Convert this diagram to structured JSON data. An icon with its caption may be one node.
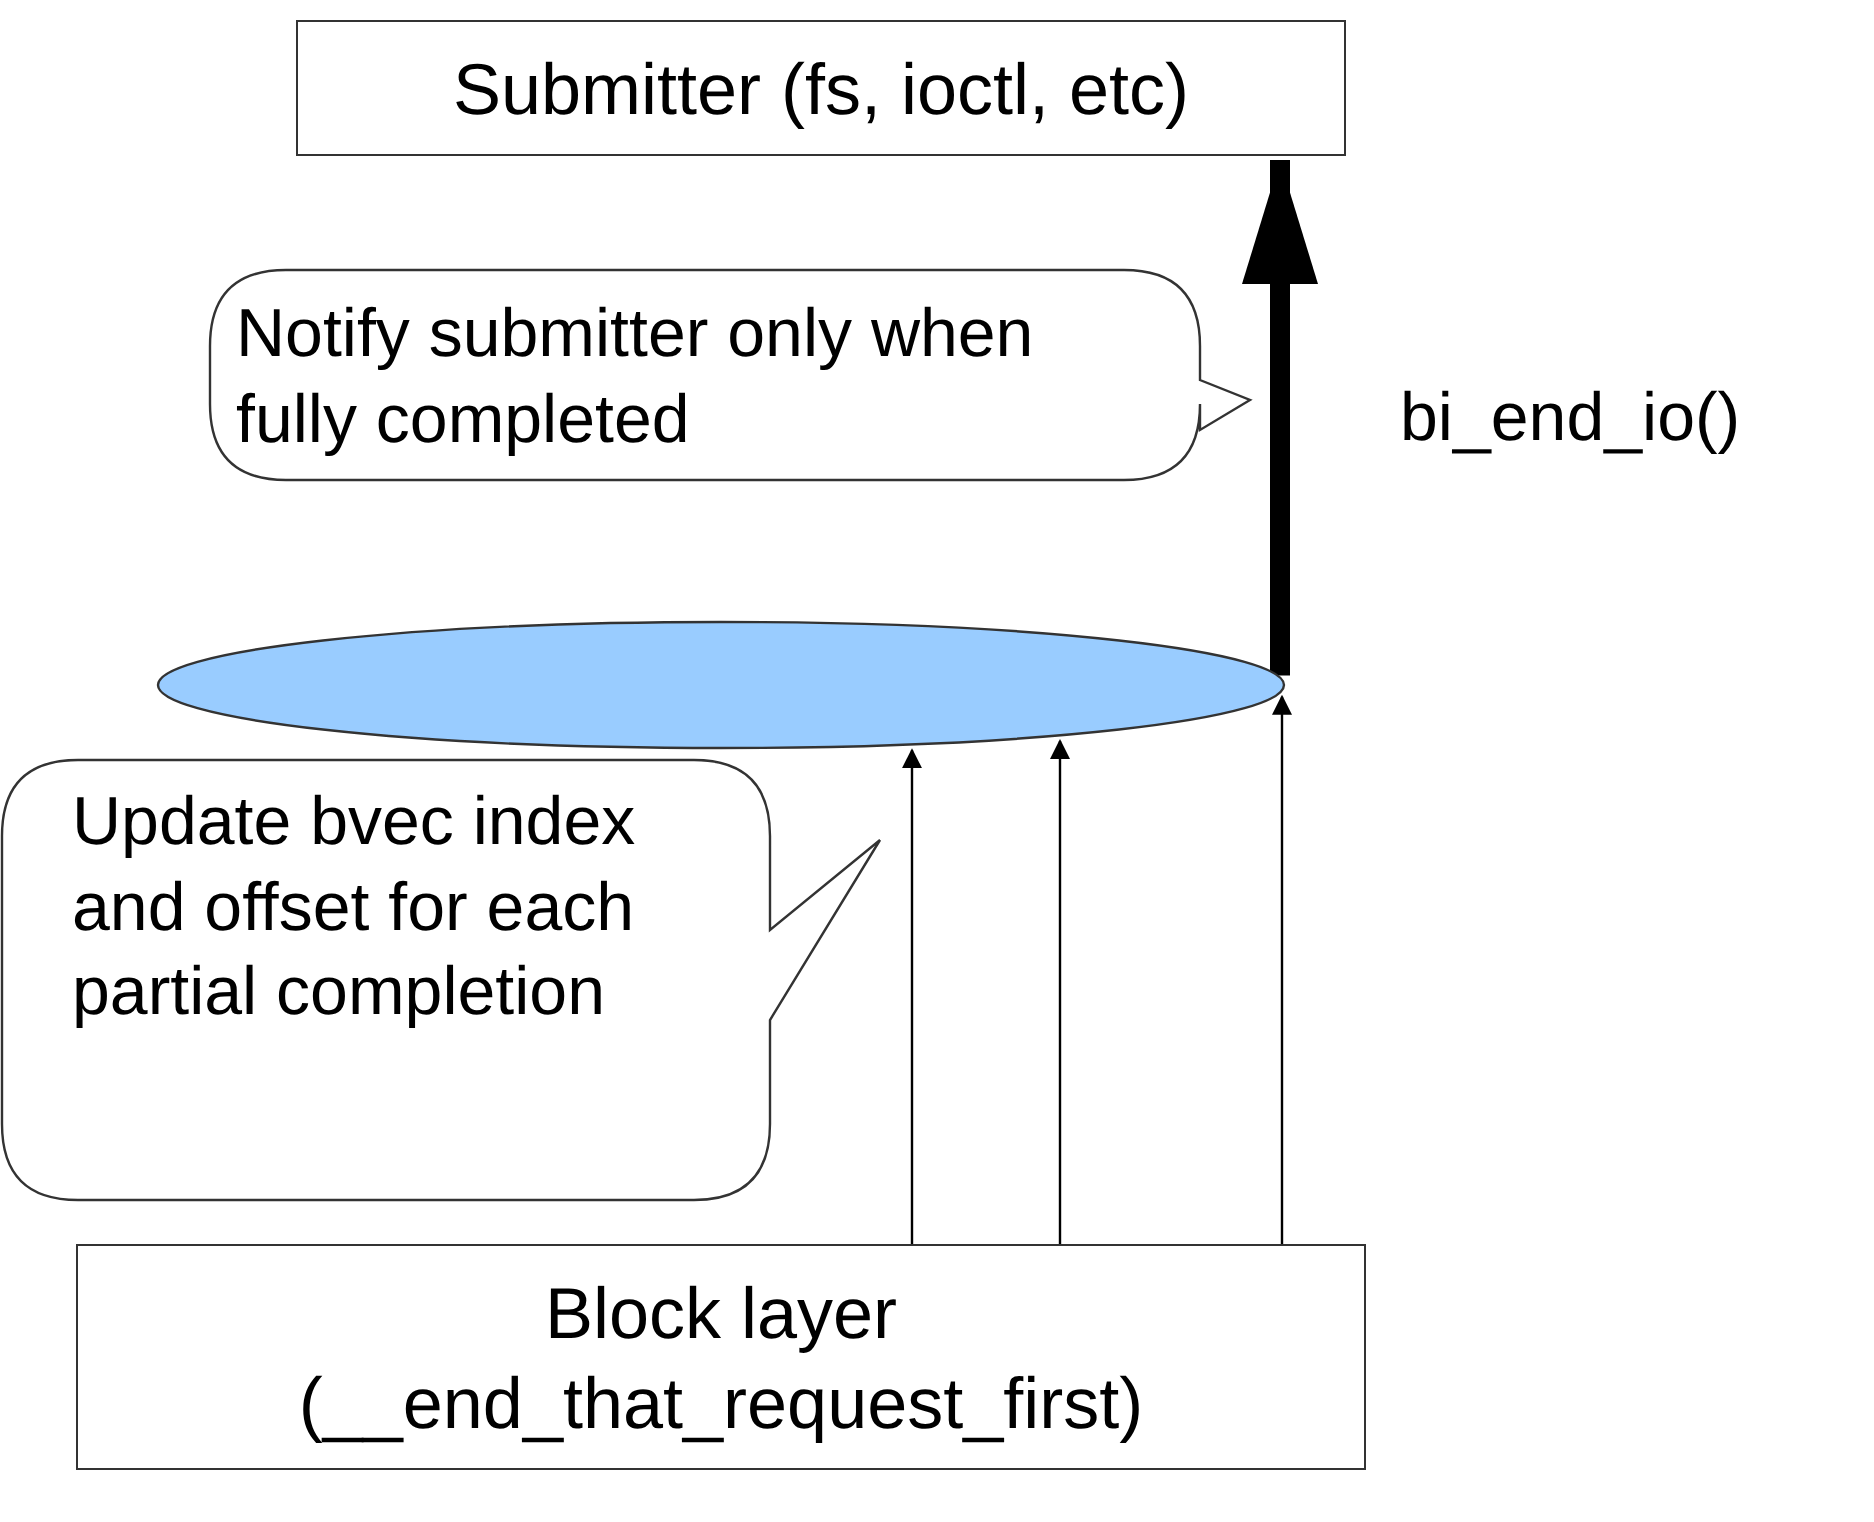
{
  "diagram": {
    "nodes": [
      {
        "text": [
          "Submitter (fs, ioctl, etc)"
        ]
      },
      {
        "text": [
          "Notify submitter only when fully completed"
        ]
      },
      {
        "text": [],
        "shape": "ellipse"
      },
      {
        "text": [
          "Update bvec index and offset for each partial completion"
        ]
      },
      {
        "text": [
          "Block layer (__end_that_request_first)"
        ]
      }
    ],
    "edges": [
      {
        "from": 2,
        "to": 0,
        "arrow": "to",
        "label": "bi_end_io()",
        "style": "thick"
      },
      {
        "from": 4,
        "to": 2,
        "arrow": "to"
      },
      {
        "from": 4,
        "to": 2,
        "arrow": "to"
      },
      {
        "from": 4,
        "to": 2,
        "arrow": "to"
      }
    ]
  }
}
